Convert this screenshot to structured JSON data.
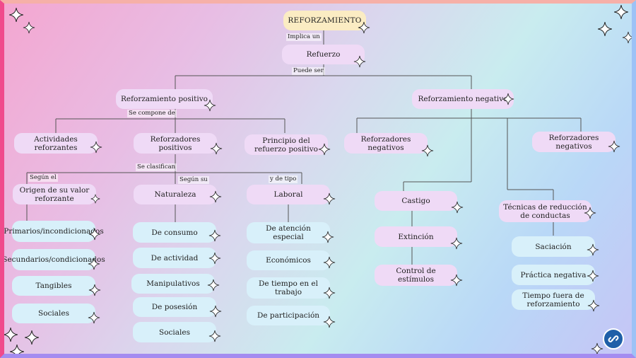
{
  "root": "REFORZAMIENTO",
  "link_labels": {
    "implica": "Implica un",
    "puede_ser": "Puede ser",
    "se_compone": "Se compone de",
    "se_clasifican": "Se clasifican",
    "segun_el": "Según el",
    "segun_su": "Según su",
    "y_de_tipo": "y  de tipo"
  },
  "nodes": {
    "refuerzo": "Refuerzo",
    "positivo": "Reforzamiento positivo",
    "negativo": "Reforzamiento negativo",
    "actividades": "Actividades reforzantes",
    "reforzadores_pos": "Reforzadores positivos",
    "principio": "Principio del refuerzo positivo",
    "reforzadores_neg1": "Reforzadores negativos",
    "reforzadores_neg2": "Reforzadores negativos",
    "origen": "Origen de su valor reforzante",
    "naturaleza": "Naturaleza",
    "laboral": "Laboral",
    "castigo": "Castigo",
    "extincion": "Extinción",
    "control": "Control de estímulos",
    "tecnicas": "Técnicas de reducción de conductas"
  },
  "origen_items": [
    "Primarios/incondicionados",
    "Secundarios/condicionados",
    "Tangibles",
    "Sociales"
  ],
  "naturaleza_items": [
    "De consumo",
    "De actividad",
    "Manipulativos",
    "De posesión",
    "Sociales"
  ],
  "laboral_items": [
    "De atención especial",
    "Económicos",
    "De tiempo en el trabajo",
    "De participación"
  ],
  "tecnicas_items": [
    "Saciación",
    "Práctica negativa",
    "Tiempo fuera de reforzamiento"
  ],
  "colors": {
    "root_fill": "#fbecc3",
    "node_fill": "#efdaf6",
    "leaf_fill": "#d8f0fa",
    "share_button": "#1f5fa8"
  },
  "icons": {
    "decoration": "sparkle-icon",
    "share": "link-icon"
  }
}
